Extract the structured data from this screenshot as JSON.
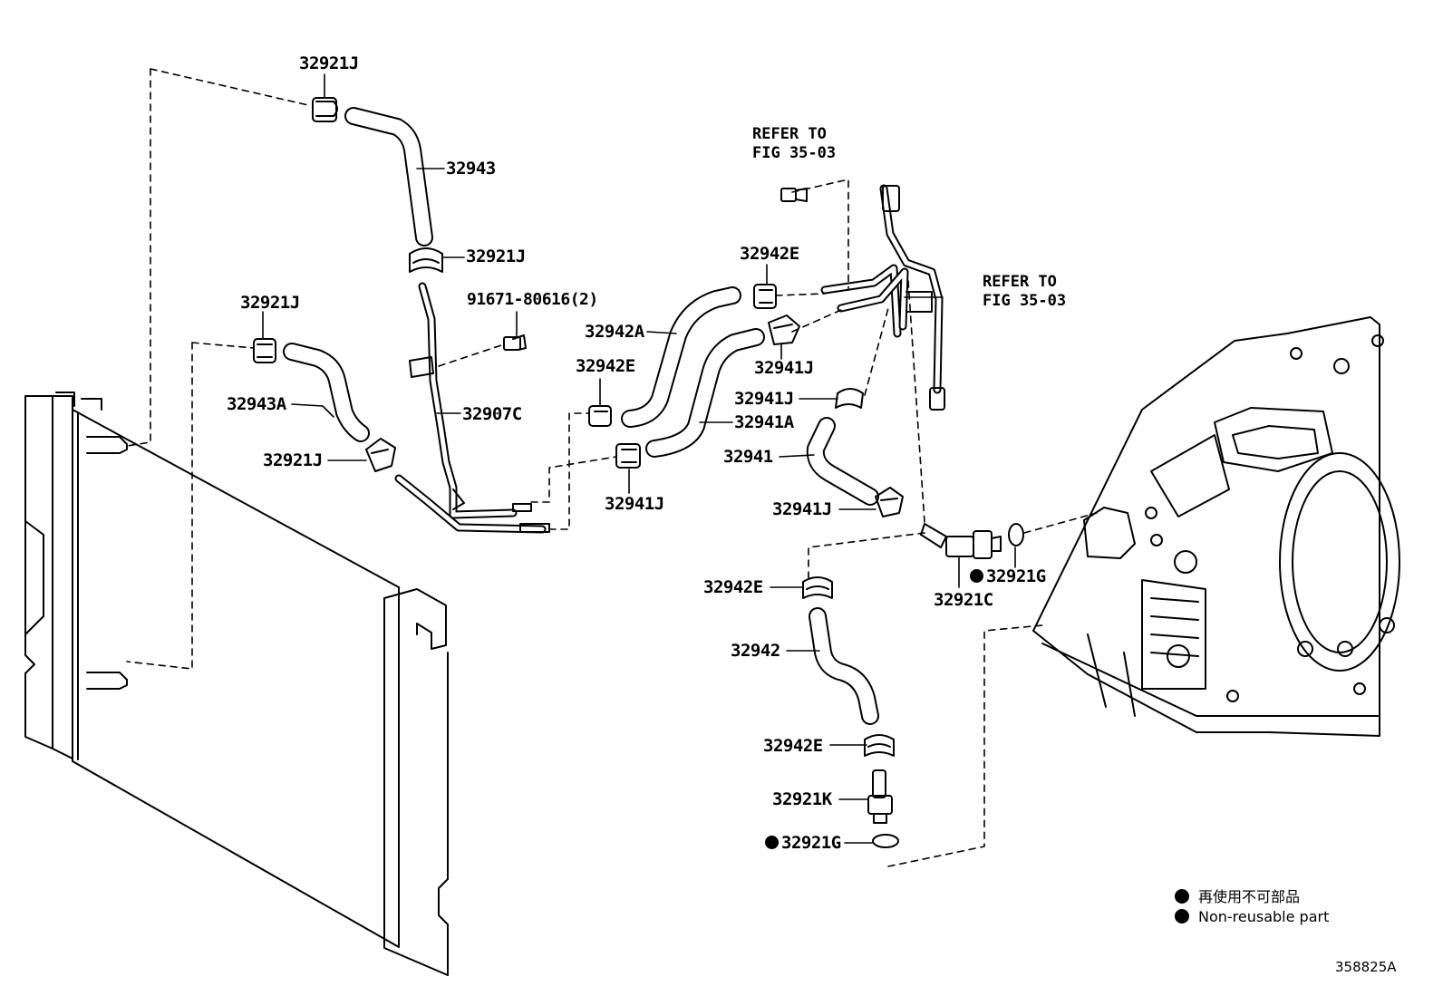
{
  "labels": {
    "l1": "32921J",
    "l2": "32943",
    "l3": "32921J",
    "l4": "91671-80616(2)",
    "l5": "32921J",
    "l6": "32943A",
    "l7": "32921J",
    "l8": "32907C",
    "l9": "32942E",
    "l10": "32942A",
    "l11": "32942E",
    "l12": "32941J",
    "l13": "32941J",
    "l14": "32941A",
    "l15": "32941",
    "l16": "32941J",
    "l17": "32941J",
    "l18": "32942E",
    "l19": "32921G",
    "l20": "32921C",
    "l21": "32942",
    "l22": "32942E",
    "l23": "32921K",
    "l24": "32921G"
  },
  "refer_top": {
    "line1": "REFER TO",
    "line2": "FIG 35-03"
  },
  "refer_right": {
    "line1": "REFER TO",
    "line2": "FIG 35-03"
  },
  "legend": {
    "jp": "再使用不可部品",
    "en": "Non-reusable part"
  },
  "diagram_code": "358825A"
}
